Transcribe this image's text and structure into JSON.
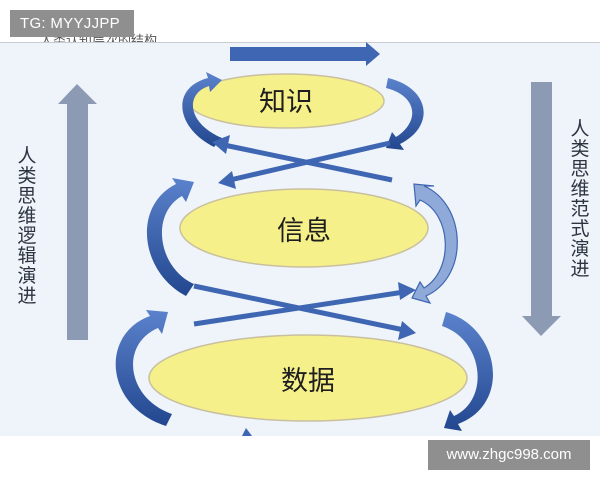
{
  "watermark_tag": "TG: MYYJJPP",
  "watermark_site": "www.zhgc998.com",
  "top_cut_text": "人类认知层次的结构",
  "left_label": "人类思维逻辑演进",
  "right_label": "人类思维范式演进",
  "levels": {
    "top": "知识",
    "middle": "信息",
    "bottom": "数据"
  },
  "colors": {
    "ellipse_fill": "#f6f08a",
    "ellipse_stroke": "#c9c0a0",
    "arrow_blue": "#3f66b2",
    "arrow_light": "#8faad8",
    "side_arrow": "#8c9ab3"
  }
}
